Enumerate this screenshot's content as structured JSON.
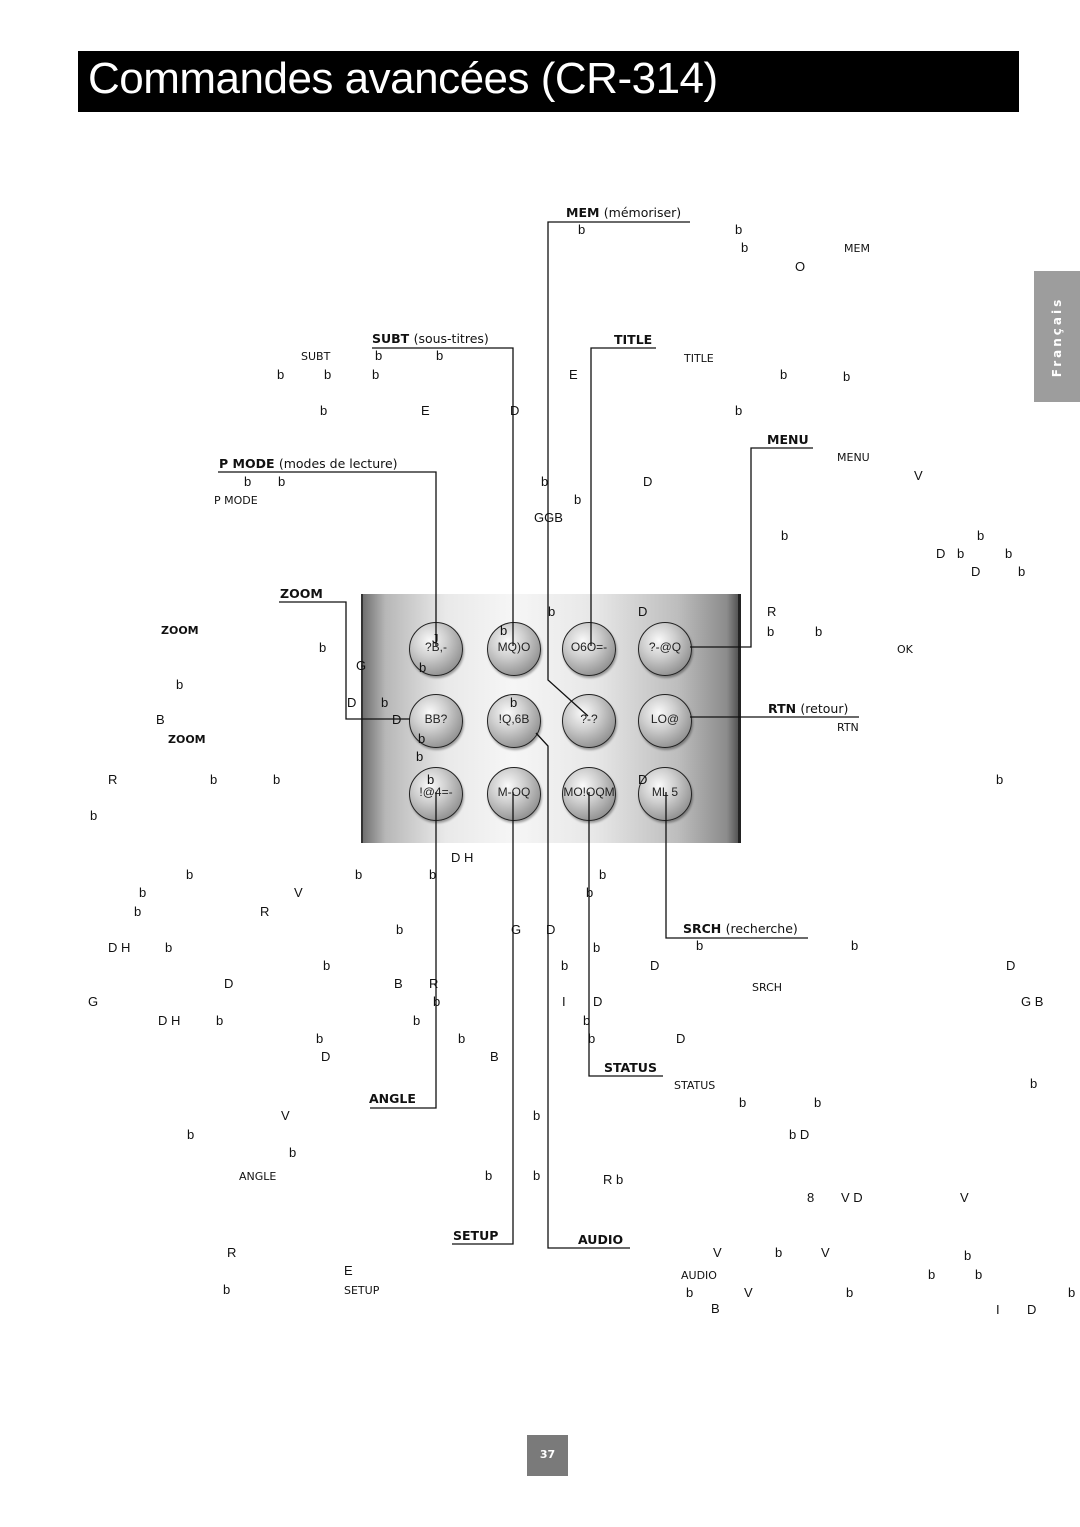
{
  "page": {
    "title": "Commandes avancées (CR-314)",
    "language_tab": "Français",
    "page_number": "37"
  },
  "labels": {
    "mem": {
      "key": "MEM",
      "desc": "(mémoriser)"
    },
    "subt": {
      "key": "SUBT",
      "desc": "(sous-titres)"
    },
    "title": {
      "key": "TITLE"
    },
    "pmode": {
      "key": "P MODE",
      "desc": "(modes de lecture)"
    },
    "menu": {
      "key": "MENU"
    },
    "zoom": {
      "key": "ZOOM"
    },
    "rtn": {
      "key": "RTN",
      "desc": "(retour)"
    },
    "srch": {
      "key": "SRCH",
      "desc": "(recherche)"
    },
    "status": {
      "key": "STATUS"
    },
    "angle": {
      "key": "ANGLE"
    },
    "setup": {
      "key": "SETUP"
    },
    "audio": {
      "key": "AUDIO"
    }
  },
  "text_refs": {
    "mem": "MEM",
    "subt": "SUBT",
    "title": "TITLE",
    "pmode": "P MODE",
    "menu": "MENU",
    "zoom1": "ZOOM",
    "zoom2": "ZOOM",
    "ok": "OK",
    "rtn": "RTN",
    "srch": "SRCH",
    "status": "STATUS",
    "angle": "ANGLE",
    "setup": "SETUP",
    "audio": "AUDIO"
  },
  "remote_buttons": {
    "row1": [
      "?B,-",
      "MQ)O",
      "O6O=-",
      "?-@Q"
    ],
    "row2": [
      "BB?",
      "!Q,6B",
      "?-?",
      "LO@"
    ],
    "row3": [
      "!@4=-",
      "M-OQ",
      "MO!OQM",
      "ML  5"
    ]
  },
  "garbled_glyphs": {
    "g1": "b",
    "g2": "b",
    "g3": "b",
    "g4": "O",
    "g5": "b",
    "g6": "b",
    "g7": "b",
    "g8": "b",
    "g9": "b",
    "g10": "E",
    "g11": "b",
    "g12": "b",
    "g13": "b",
    "g14": "E",
    "g15": "D",
    "g16": "b",
    "g17": "V",
    "g18": "b",
    "g19": "b",
    "g20": "D",
    "g21": "b",
    "g22": "GGB",
    "g23": "b",
    "g24": "b",
    "g25": "b",
    "g26": "D",
    "g27": "b",
    "g28": "b",
    "g29": "D",
    "g30": "b",
    "g31": "b",
    "g32": "D",
    "g33": "R",
    "g34": "b",
    "g35": "b",
    "g36": "J",
    "g37": "b",
    "g38": "G",
    "g39": "b",
    "g40": "b",
    "g41": "B",
    "g42": "D",
    "g43": "b",
    "g44": "D",
    "g45": "b",
    "g46": "b",
    "g47": "b",
    "g48": "R",
    "g49": "b",
    "g50": "b",
    "g51": "b",
    "g52": "b",
    "g53": "D",
    "g54": "b",
    "g55": "b",
    "g56": "D  H",
    "g57": "b",
    "g58": "b",
    "g59": "b",
    "g60": "b",
    "g61": "b",
    "g62": "V",
    "g63": "b",
    "g64": "b",
    "g65": "R",
    "g66": "b",
    "g67": "G",
    "g68": "D",
    "g69": "D  H",
    "g70": "b",
    "g71": "b",
    "g72": "b",
    "g73": "b",
    "g74": "D",
    "g75": "b",
    "g76": "D",
    "g77": "B",
    "g78": "R",
    "g79": "D",
    "g80": "b",
    "g81": "I",
    "g82": "D",
    "g83": "G",
    "g84": "D  H",
    "g85": "b",
    "g86": "b",
    "g87": "b",
    "g88": "G  B",
    "g89": "b",
    "g90": "b",
    "g91": "b",
    "g92": "D",
    "g93": "D",
    "g94": "B",
    "g95": "b",
    "g96": "b",
    "g97": "b",
    "g98": "b",
    "g99": "V",
    "g100": "b",
    "g101": "b",
    "g102": "b  D",
    "g103": "b",
    "g104": "b",
    "g105": "R  b",
    "g106": "b",
    "g107": "8",
    "g108": "V  D",
    "g109": "V",
    "g110": "R",
    "g111": "V",
    "g112": "b",
    "g113": "V",
    "g114": "b",
    "g115": "E",
    "g116": "b",
    "g117": "b",
    "g118": "b",
    "g119": "V",
    "g120": "b",
    "g121": "b",
    "g122": "B",
    "g123": "I",
    "g124": "D",
    "g125": "b"
  }
}
